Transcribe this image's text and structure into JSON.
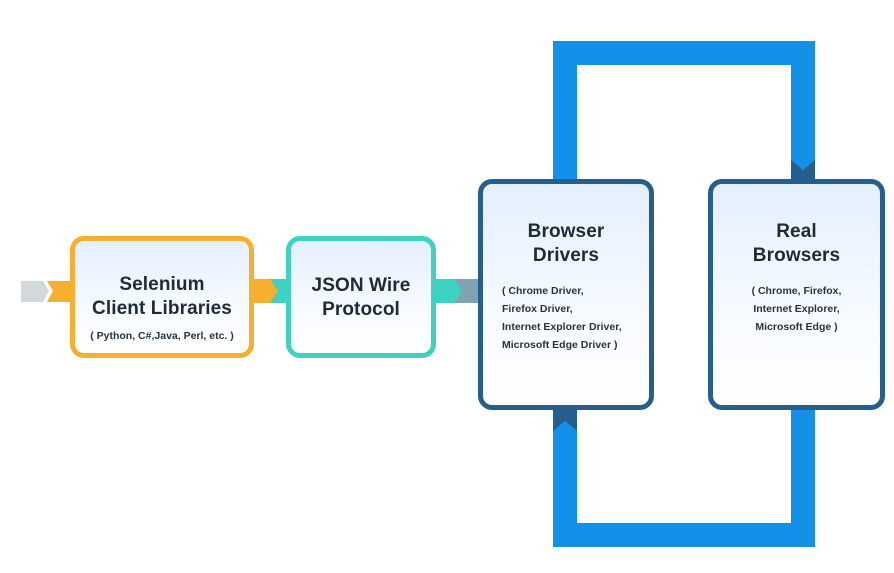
{
  "colors": {
    "selenium_border": "#f5b02f",
    "json_border": "#3ed2c2",
    "driver_border": "#255f8f",
    "loop": "#1192e8",
    "entry_arrow": "#d3d8dc",
    "json_to_driver_arrow": "#7fa3b1"
  },
  "nodes": {
    "selenium": {
      "title": [
        "Selenium",
        "Client Libraries"
      ],
      "sub": [
        "( Python, C#,Java, Perl, etc. )"
      ]
    },
    "json": {
      "title": [
        "JSON Wire",
        "Protocol"
      ]
    },
    "drivers": {
      "title": [
        "Browser",
        "Drivers"
      ],
      "sub": [
        "( Chrome Driver,",
        "Firefox Driver,",
        "Internet Explorer Driver,",
        "Microsoft Edge Driver )"
      ]
    },
    "browsers": {
      "title": [
        "Real",
        "Browsers"
      ],
      "sub": [
        "( Chrome, Firefox,",
        "Internet Explorer,",
        "Microsoft Edge )"
      ]
    }
  }
}
